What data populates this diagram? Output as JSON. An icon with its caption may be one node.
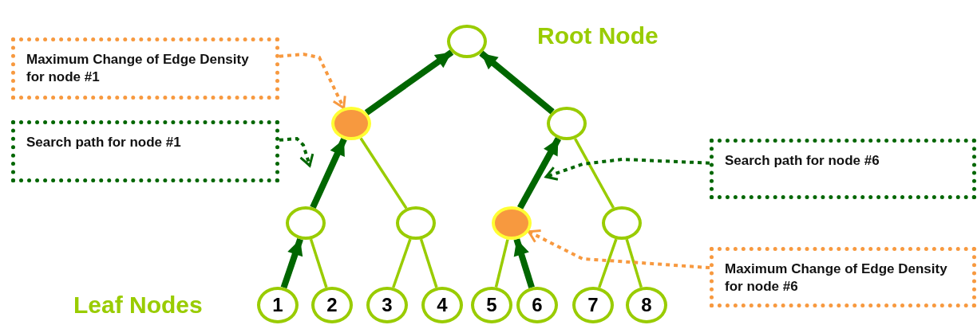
{
  "diagram": {
    "nodes": [
      {
        "text": [],
        "shape": "circle"
      },
      {
        "text": [],
        "shape": "circle"
      },
      {
        "text": [],
        "shape": "circle"
      },
      {
        "text": [],
        "shape": "circle"
      },
      {
        "text": [],
        "shape": "circle"
      },
      {
        "text": [],
        "shape": "circle"
      },
      {
        "text": [],
        "shape": "circle"
      },
      {
        "text": [
          "1"
        ]
      },
      {
        "text": [
          "2"
        ]
      },
      {
        "text": [
          "3"
        ]
      },
      {
        "text": [
          "4"
        ]
      },
      {
        "text": [
          "5"
        ]
      },
      {
        "text": [
          "6"
        ]
      },
      {
        "text": [
          "7"
        ]
      },
      {
        "text": [
          "8"
        ]
      },
      {
        "text": [
          "Maximum Change of Edge Density for node #1"
        ]
      },
      {
        "text": [
          "Search path for node #1"
        ]
      },
      {
        "text": [
          "Search path for node #6"
        ]
      },
      {
        "text": [
          "Maximum Change of Edge Density for node #6"
        ]
      }
    ],
    "edges": [
      {
        "from": 7,
        "to": 3,
        "arrow": "to",
        "style": "thick"
      },
      {
        "from": 3,
        "to": 1,
        "arrow": "to",
        "style": "thick"
      },
      {
        "from": 1,
        "to": 0,
        "arrow": "to",
        "style": "thick"
      },
      {
        "from": 12,
        "to": 5,
        "arrow": "to",
        "style": "thick"
      },
      {
        "from": 5,
        "to": 2,
        "arrow": "to",
        "style": "thick"
      },
      {
        "from": 2,
        "to": 0,
        "arrow": "to",
        "style": "thick"
      },
      {
        "from": 3,
        "to": 8,
        "arrow": "none",
        "color": "#99cc00"
      },
      {
        "from": 4,
        "to": 9,
        "arrow": "none",
        "color": "#99cc00"
      },
      {
        "from": 4,
        "to": 10,
        "arrow": "none",
        "color": "#99cc00"
      },
      {
        "from": 1,
        "to": 4,
        "arrow": "none",
        "color": "#99cc00"
      },
      {
        "from": 5,
        "to": 11,
        "arrow": "none",
        "color": "#99cc00"
      },
      {
        "from": 2,
        "to": 6,
        "arrow": "none",
        "color": "#99cc00"
      },
      {
        "from": 6,
        "to": 13,
        "arrow": "none",
        "color": "#99cc00"
      },
      {
        "from": 6,
        "to": 14,
        "arrow": "none",
        "color": "#99cc00"
      },
      {
        "from": 15,
        "to": 1,
        "arrow": "to",
        "style": "dashed",
        "color": "#f7993f"
      },
      {
        "from": 16,
        "to": null,
        "arrow": "to",
        "style": "dashed",
        "color": "#006600"
      },
      {
        "from": 17,
        "to": null,
        "arrow": "to",
        "style": "dashed",
        "color": "#006600"
      },
      {
        "from": 18,
        "to": 5,
        "arrow": "to",
        "style": "dashed",
        "color": "#f7993f"
      }
    ],
    "labels": [
      "Root Node",
      "Leaf Nodes"
    ]
  }
}
